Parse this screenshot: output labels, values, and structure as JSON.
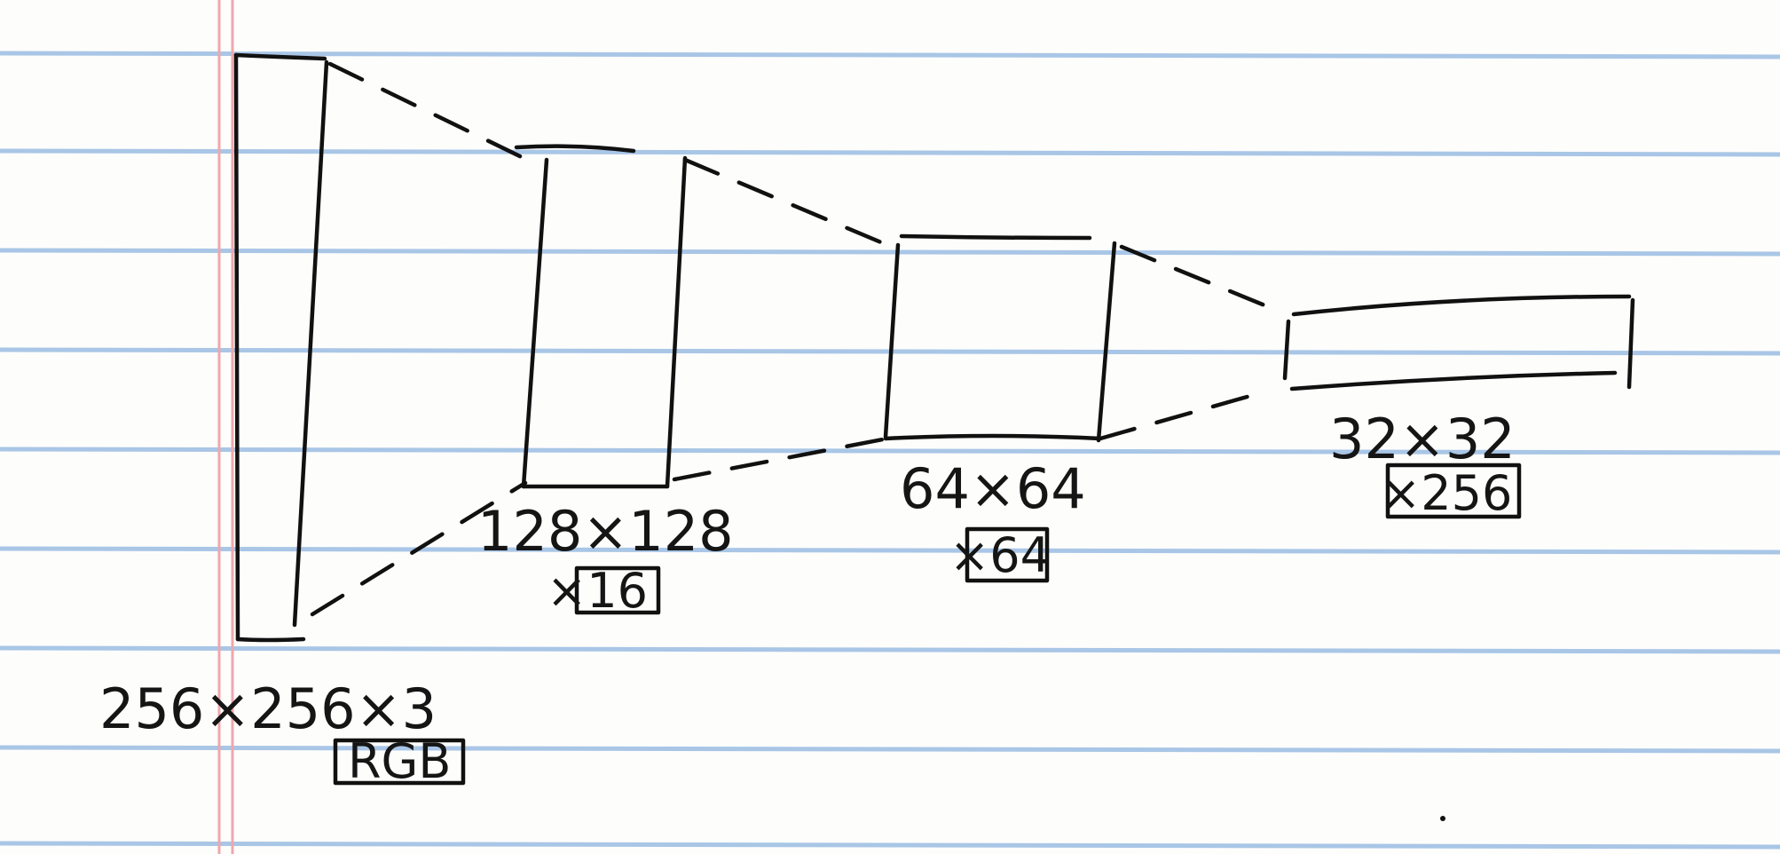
{
  "diagram": {
    "type": "hand-drawn feature pyramid sketch on ruled notebook paper",
    "paper": {
      "ruled_line_color": "#a9c6e6",
      "margin_line_color": "#f0a7ac",
      "ink_color": "#111111"
    },
    "stages": [
      {
        "id": "input",
        "size_label": "256×256×3",
        "channel_label": "RGB"
      },
      {
        "id": "stage-1",
        "size_label": "128×128",
        "channel_label": "×16"
      },
      {
        "id": "stage-2",
        "size_label": "64×64",
        "channel_label": "×64"
      },
      {
        "id": "stage-3",
        "size_label": "32×32",
        "channel_label": "×256"
      }
    ]
  }
}
